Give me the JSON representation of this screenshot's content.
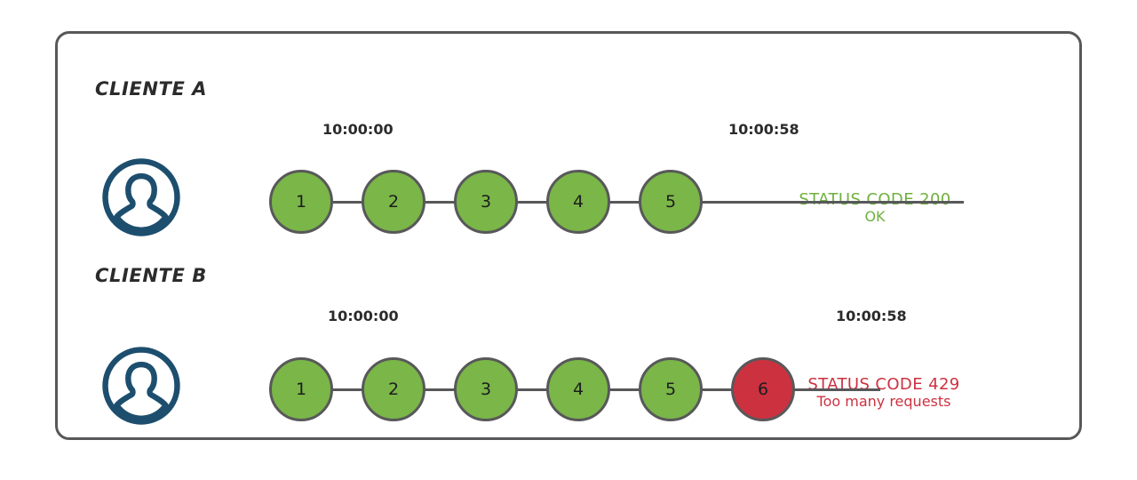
{
  "diagram": {
    "title": "API rate limiting request sequence",
    "background": "#ffffff",
    "frame_border_color": "#58585a",
    "colors": {
      "ok_green": "#7ab648",
      "fail_red": "#cc3140",
      "stroke_gray": "#58585a",
      "avatar_navy": "#1d4e6e",
      "text_dark": "#2b2b2b"
    },
    "rows": [
      {
        "id": "client-a",
        "client_label": "CLIENTE A",
        "avatar_icon": "user-avatar-icon",
        "start_time": "10:00:00",
        "end_time": "10:00:58",
        "nodes": [
          {
            "label": "1",
            "state": "ok"
          },
          {
            "label": "2",
            "state": "ok"
          },
          {
            "label": "3",
            "state": "ok"
          },
          {
            "label": "4",
            "state": "ok"
          },
          {
            "label": "5",
            "state": "ok"
          }
        ],
        "status": {
          "state": "ok",
          "line1": "STATUS CODE 200",
          "line2": "OK"
        }
      },
      {
        "id": "client-b",
        "client_label": "CLIENTE B",
        "avatar_icon": "user-avatar-icon",
        "start_time": "10:00:00",
        "end_time": "10:00:58",
        "nodes": [
          {
            "label": "1",
            "state": "ok"
          },
          {
            "label": "2",
            "state": "ok"
          },
          {
            "label": "3",
            "state": "ok"
          },
          {
            "label": "4",
            "state": "ok"
          },
          {
            "label": "5",
            "state": "ok"
          },
          {
            "label": "6",
            "state": "fail"
          }
        ],
        "status": {
          "state": "fail",
          "line1": "STATUS CODE 429",
          "line2": "Too many requests"
        }
      }
    ]
  }
}
